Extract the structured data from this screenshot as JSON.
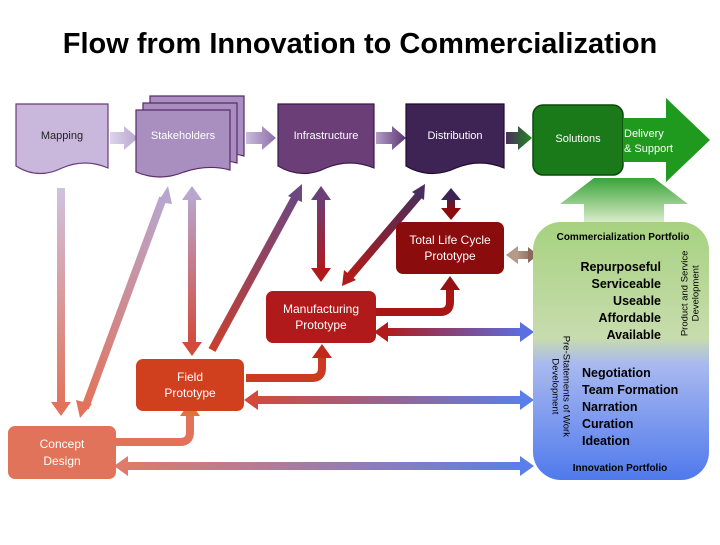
{
  "title": "Flow from Innovation to Commercialization",
  "top_row": {
    "mapping": "Mapping",
    "stakeholders": "Stakeholders",
    "infrastructure": "Infrastructure",
    "distribution": "Distribution",
    "solutions": "Solutions",
    "delivery_line1": "Delivery",
    "delivery_line2": "& Support"
  },
  "prototypes": {
    "total_line1": "Total Life Cycle",
    "total_line2": "Prototype",
    "manufacturing_line1": "Manufacturing",
    "manufacturing_line2": "Prototype",
    "field_line1": "Field",
    "field_line2": "Prototype",
    "concept_line1": "Concept",
    "concept_line2": "Design"
  },
  "portfolio": {
    "commercialization_title": "Commercialization Portfolio",
    "commercial_items": [
      "Repurposeful",
      "Serviceable",
      "Useable",
      "Affordable",
      "Available"
    ],
    "innovation_items": [
      "Negotiation",
      "Team Formation",
      "Narration",
      "Curation",
      "Ideation"
    ],
    "innovation_title": "Innovation Portfolio",
    "side_right_line1": "Product and Service",
    "side_right_line2": "Development",
    "side_left_line1": "Pre-Statements of Work",
    "side_left_line2": "Development"
  },
  "colors": {
    "mapping": "#c9b8dc",
    "stakeholders": "#a88fbf",
    "infrastructure": "#6b3e78",
    "distribution": "#3e2454",
    "solutions": "#1a7a1a",
    "delivery": "#1f9a1f",
    "total": "#8a0c0c",
    "manufacturing": "#b01a1a",
    "field": "#d0401f",
    "concept": "#e0735a",
    "portfolio_top": "#9fcf7f",
    "portfolio_bottom": "#5b7fe8"
  }
}
